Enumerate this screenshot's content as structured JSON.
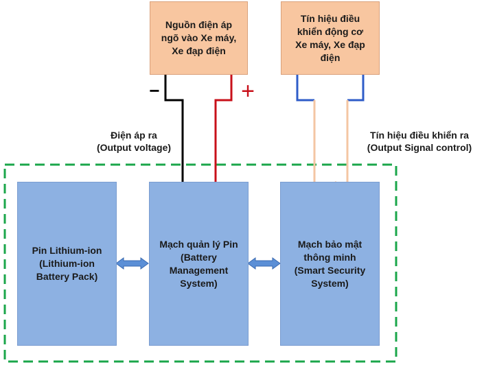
{
  "source_box": {
    "lines": [
      "Nguồn điện áp",
      "ngõ vào Xe máy,",
      "Xe đạp điện"
    ]
  },
  "signal_box": {
    "lines": [
      "Tín hiệu điều",
      "khiển động cơ",
      "Xe máy, Xe đạp",
      "điện"
    ]
  },
  "battery_pack": {
    "lines": [
      "Pin Lithium-ion",
      "(Lithium-ion",
      "Battery Pack)"
    ]
  },
  "bms": {
    "lines": [
      "Mạch quản lý Pin",
      "(Battery",
      "Management",
      "System)"
    ]
  },
  "security": {
    "lines": [
      "Mạch bảo mật",
      "thông minh",
      "(Smart Security",
      "System)"
    ]
  },
  "output_voltage_label": {
    "lines": [
      "Điện áp ra",
      "(Output voltage)"
    ]
  },
  "output_signal_label": {
    "lines": [
      "Tín hiệu điều khiển ra",
      "(Output Signal control)"
    ]
  },
  "minus_symbol": "−",
  "plus_symbol": "+",
  "colors": {
    "top_box_fill": "#f8c6a0",
    "module_fill": "#8db1e2",
    "dashed_border": "#1aa64a",
    "negative_wire": "#000000",
    "positive_wire": "#c8101a",
    "signal_wire_blue": "#2e5cc8",
    "signal_wire_peach": "#f4c6a3",
    "arrow_fill": "#5b8fd6"
  }
}
